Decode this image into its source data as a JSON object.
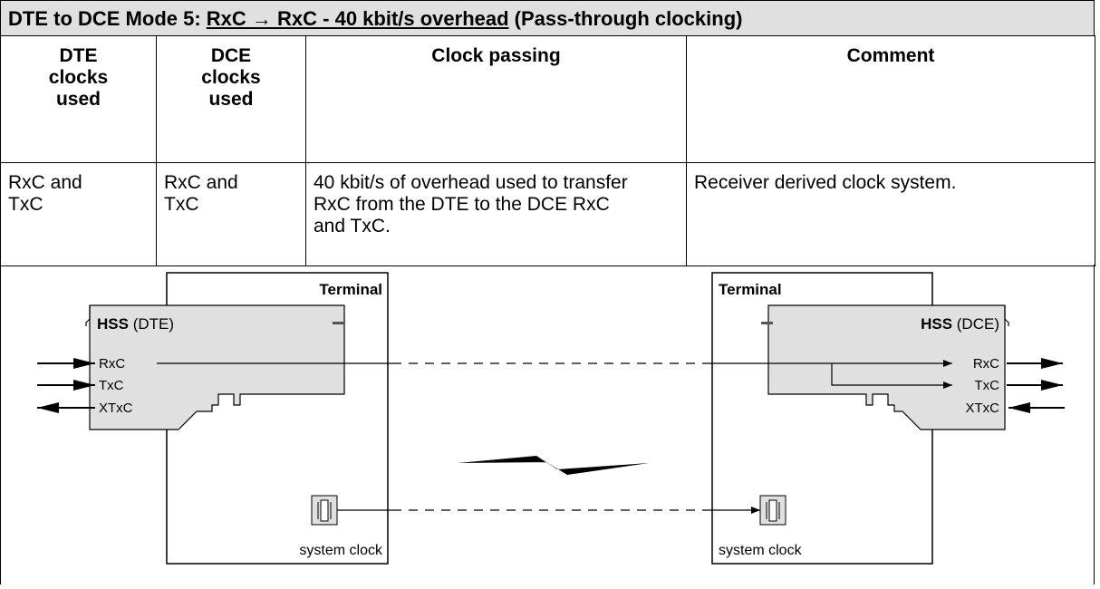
{
  "title": {
    "prefix": "DTE to DCE Mode 5: ",
    "underlined": "RxC → RxC - 40 kbit/s overhead",
    "suffix": " (Pass-through clocking)"
  },
  "table": {
    "headers": [
      "DTE clocks used",
      "DCE clocks used",
      "Clock passing",
      "Comment"
    ],
    "row": [
      "RxC and TxC",
      "RxC and TxC",
      "40 kbit/s of overhead used to transfer RxC from the DTE to the DCE RxC and TxC.",
      "Receiver derived clock system."
    ]
  },
  "diagram": {
    "left_terminal_label": "Terminal",
    "right_terminal_label": "Terminal",
    "left_hss_bold": "HSS",
    "left_hss_role": " (DTE)",
    "right_hss_bold": "HSS",
    "right_hss_role": " (DCE)",
    "left_signals": [
      "RxC",
      "TxC",
      "XTxC"
    ],
    "right_signals": [
      "RxC",
      "TxC",
      "XTxC"
    ],
    "left_clock_label": "system clock",
    "right_clock_label": "system clock"
  }
}
